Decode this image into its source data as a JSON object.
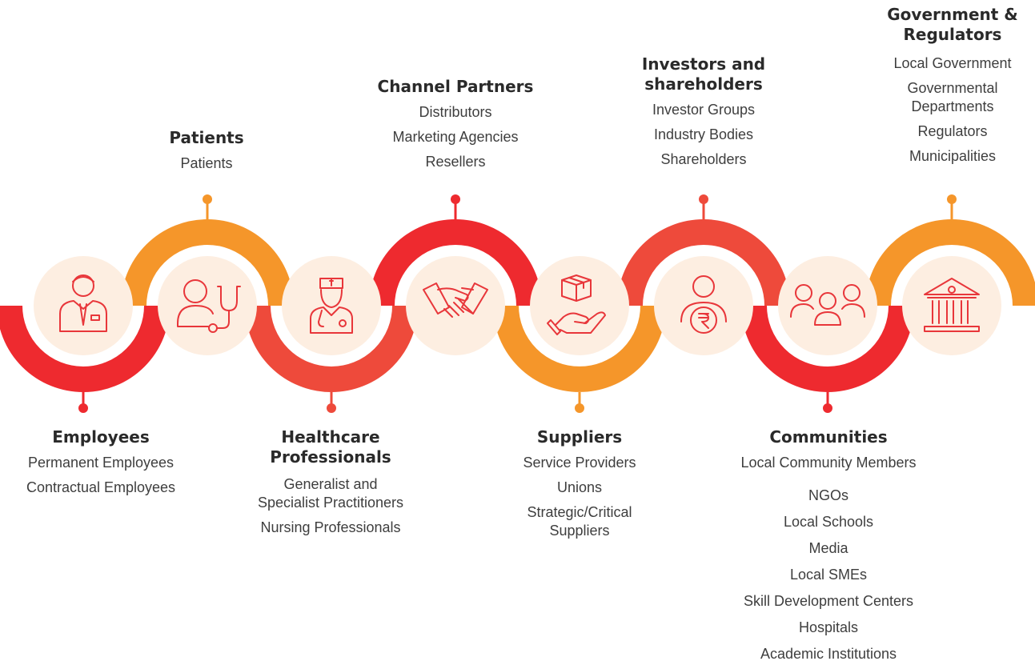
{
  "colors": {
    "red": "#ee2a2f",
    "orange": "#f5962a",
    "coral": "#ee4a3b",
    "circle_fill": "#fdeee1",
    "icon_stroke": "#e8363a"
  },
  "groups": [
    {
      "id": "employees",
      "title": "Employees",
      "items": [
        "Permanent Employees",
        "Contractual Employees"
      ],
      "icon": "employee-icon",
      "color": "red"
    },
    {
      "id": "patients",
      "title": "Patients",
      "items": [
        "Patients"
      ],
      "icon": "patient-stethoscope-icon",
      "color": "orange"
    },
    {
      "id": "healthcare",
      "title": "Healthcare\nProfessionals",
      "items": [
        "Generalist and\nSpecialist Practitioners",
        "Nursing Professionals"
      ],
      "icon": "doctor-icon",
      "color": "coral"
    },
    {
      "id": "channel",
      "title": "Channel Partners",
      "items": [
        "Distributors",
        "Marketing Agencies",
        "Resellers"
      ],
      "icon": "handshake-icon",
      "color": "red"
    },
    {
      "id": "suppliers",
      "title": "Suppliers",
      "items": [
        "Service Providers",
        "Unions",
        "Strategic/Critical\nSuppliers"
      ],
      "icon": "box-in-hand-icon",
      "color": "orange"
    },
    {
      "id": "investors",
      "title": "Investors and\nshareholders",
      "items": [
        "Investor Groups",
        "Industry Bodies",
        "Shareholders"
      ],
      "icon": "investor-rupee-icon",
      "color": "coral"
    },
    {
      "id": "communities",
      "title": "Communities",
      "items": [
        "Local Community Members",
        "NGOs",
        "Local Schools",
        "Media",
        "Local SMEs",
        "Skill Development Centers",
        "Hospitals",
        "Academic Institutions"
      ],
      "icon": "community-people-icon",
      "color": "red"
    },
    {
      "id": "government",
      "title": "Government &\nRegulators",
      "items": [
        "Local Government",
        "Governmental\nDepartments",
        "Regulators",
        "Municipalities"
      ],
      "icon": "government-building-icon",
      "color": "orange"
    }
  ]
}
